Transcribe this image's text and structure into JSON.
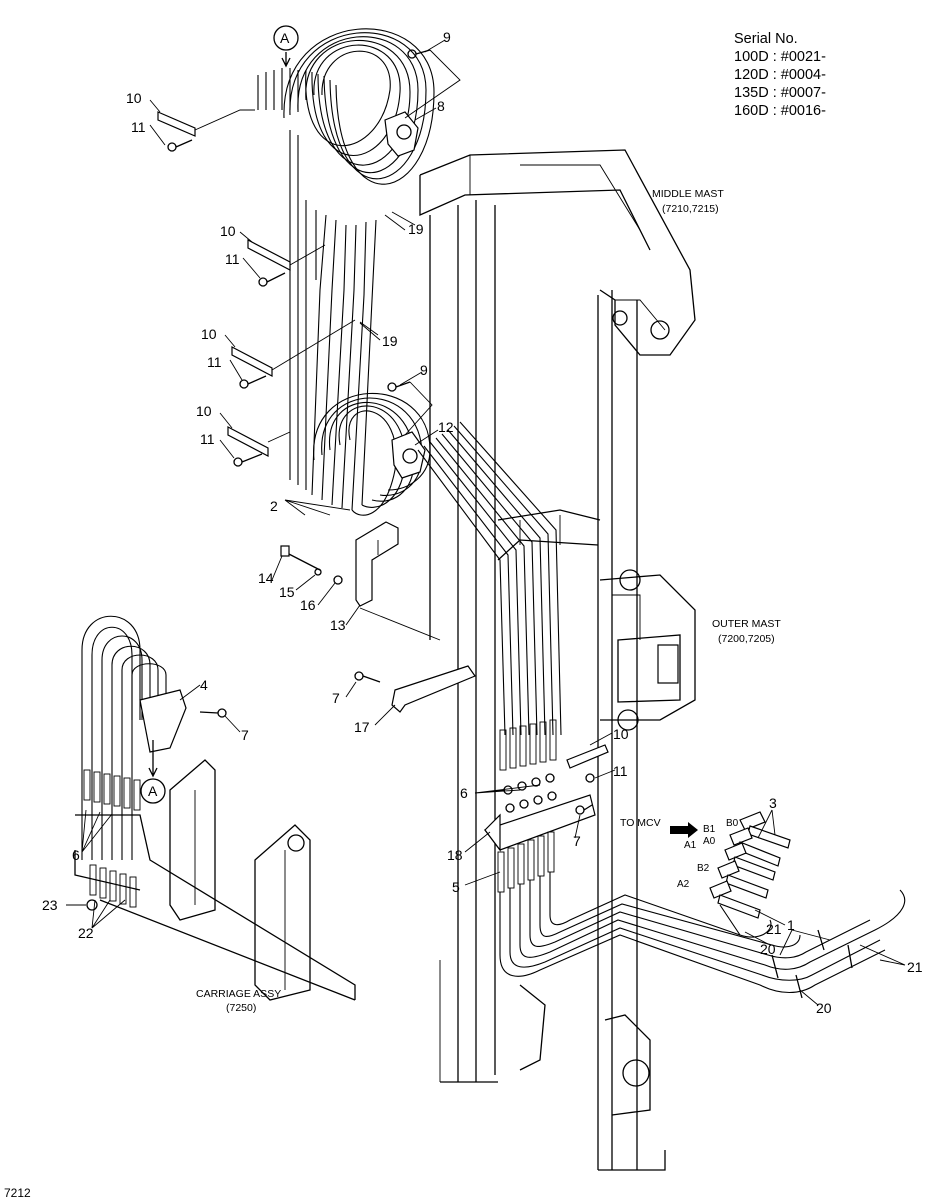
{
  "serial": {
    "title": "Serial No.",
    "lines": [
      "100D : #0021-",
      "120D : #0004-",
      "135D : #0007-",
      "160D : #0016-"
    ]
  },
  "labels": {
    "middle_mast": "MIDDLE MAST",
    "middle_mast_codes": "(7210,7215)",
    "outer_mast": "OUTER MAST",
    "outer_mast_codes": "(7200,7205)",
    "carriage": "CARRIAGE ASSY",
    "carriage_code": "(7250)",
    "to_mcv": "TO MCV"
  },
  "section_marks": {
    "top": "A",
    "bottom": "A"
  },
  "ports": {
    "b1": "B1",
    "b0": "B0",
    "a1": "A1",
    "a0": "A0",
    "b2": "B2",
    "a2": "A2"
  },
  "callouts": {
    "c9a": "9",
    "c8": "8",
    "c10a": "10",
    "c11a": "11",
    "c10b": "10",
    "c11b": "11",
    "c19a": "19",
    "c10c": "10",
    "c11c": "11",
    "c19b": "19",
    "c9b": "9",
    "c10d": "10",
    "c11d": "11",
    "c12": "12",
    "c2": "2",
    "c14": "14",
    "c15": "15",
    "c16": "16",
    "c13": "13",
    "c4": "4",
    "c7a": "7",
    "c7b": "7",
    "c17": "17",
    "c10e": "10",
    "c11e": "11",
    "c6a": "6",
    "c6b": "6",
    "c18": "18",
    "c7c": "7",
    "c5": "5",
    "c3": "3",
    "c1": "1",
    "c20a": "20",
    "c21a": "21",
    "c21b": "21",
    "c20b": "20",
    "c23": "23",
    "c22": "22"
  },
  "page_code": "7212"
}
